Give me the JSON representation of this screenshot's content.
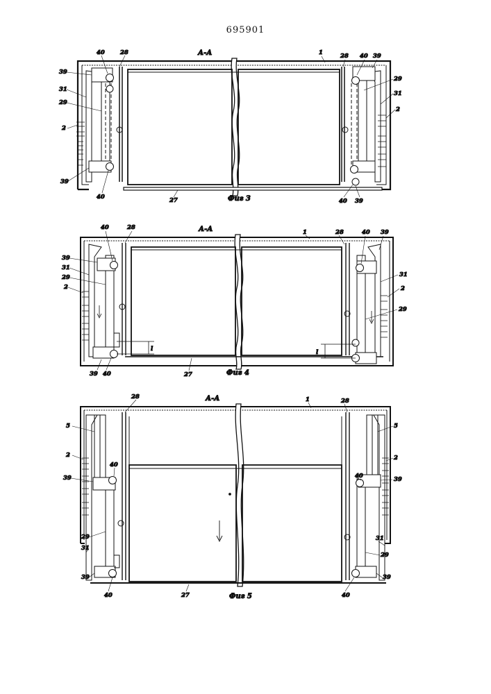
{
  "header": {
    "patent_number": "695901"
  },
  "figures": [
    {
      "caption": "Фиг 3",
      "section": "А-А",
      "labels": {
        "l40a": "40",
        "l28a": "28",
        "l1": "1",
        "l28b": "28",
        "l40b": "40",
        "l39a": "39",
        "l39b": "39",
        "l29a": "29",
        "l31a": "31",
        "l31b": "31",
        "l29b": "29",
        "l2a": "2",
        "l2b": "2",
        "l39c": "39",
        "l40c": "40",
        "l27": "27",
        "l40d": "40",
        "l39d": "39"
      }
    },
    {
      "caption": "Фиг 4",
      "section": "А-А",
      "labels": {
        "l40a": "40",
        "l28a": "28",
        "l1": "1",
        "l28b": "28",
        "l40b": "40",
        "l39a": "39",
        "l39b": "39",
        "l31a": "31",
        "l29a": "29",
        "l2a": "2",
        "l31b": "31",
        "l2b": "2",
        "l29b": "29",
        "la": "l",
        "lb": "l",
        "l39c": "39",
        "l40c": "40",
        "l27": "27"
      }
    },
    {
      "caption": "Фиг 5",
      "section": "А-А",
      "labels": {
        "l28a": "28",
        "l1": "1",
        "l28b": "28",
        "l5a": "5",
        "l5b": "5",
        "l2a": "2",
        "l2b": "2",
        "l39a": "39",
        "l40a": "40",
        "l40b": "40",
        "l39b": "39",
        "l29a": "29",
        "l31a": "31",
        "l31b": "31",
        "l29b": "29",
        "l39c": "39",
        "l40c": "40",
        "l27": "27",
        "l40d": "40",
        "l39d": "39"
      }
    }
  ]
}
